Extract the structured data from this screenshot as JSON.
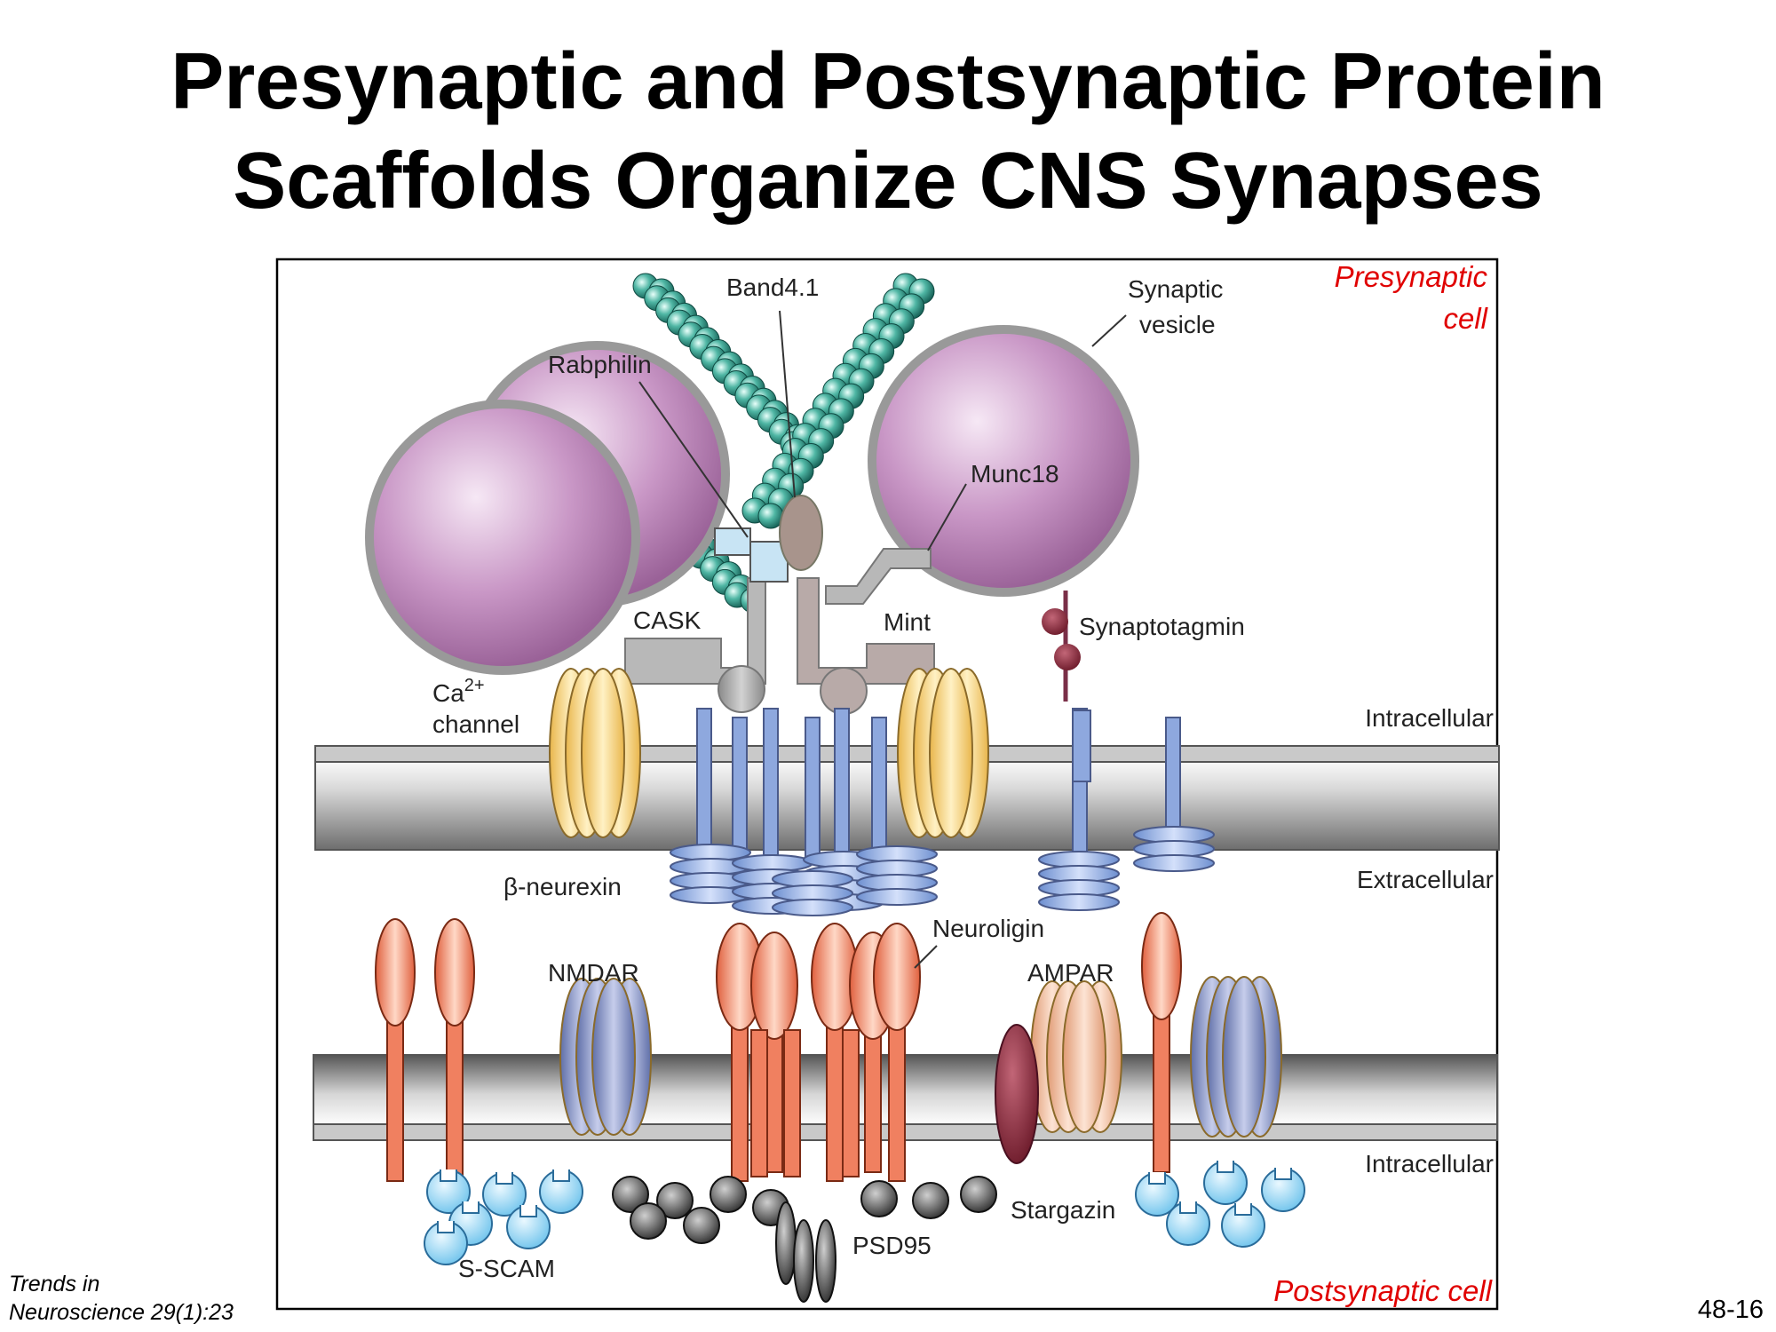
{
  "slide": {
    "title_line1": "Presynaptic and Postsynaptic Protein",
    "title_line2": "Scaffolds Organize CNS Synapses",
    "citation_line1": "Trends in",
    "citation_line2": "Neuroscience 29(1):23",
    "slide_number": "48-16"
  },
  "diagram": {
    "presynaptic_cell_line1": "Presynaptic",
    "presynaptic_cell_line2": "cell",
    "postsynaptic_cell": "Postsynaptic cell",
    "labels": {
      "band41": "Band4.1",
      "synaptic_vesicle_line1": "Synaptic",
      "synaptic_vesicle_line2": "vesicle",
      "rabphilin": "Rabphilin",
      "munc18": "Munc18",
      "cask": "CASK",
      "mint": "Mint",
      "synaptotagmin": "Synaptotagmin",
      "ca_channel_base": "Ca",
      "ca_channel_sup": "2+",
      "ca_channel_line2": "channel",
      "intracellular_top": "Intracellular",
      "extracellular": "Extracellular",
      "beta_neurexin": "β-neurexin",
      "neuroligin": "Neuroligin",
      "nmdar": "NMDAR",
      "ampar": "AMPAR",
      "intracellular_bottom": "Intracellular",
      "stargazin": "Stargazin",
      "psd95": "PSD95",
      "s_scam": "S-SCAM"
    },
    "colors": {
      "vesicle": "#b884b4",
      "actin": "#2a9d8a",
      "ca_channel": "#f3cf7a",
      "receptor_blue": "#7f8fc4",
      "neurexin": "#8ea8de",
      "adhesion": "#f08060",
      "ampar": "#f2b592",
      "stargazin": "#8c2a3c",
      "s_scam": "#8fd2f0",
      "psd95": "#555555",
      "label_red": "#e00000"
    }
  }
}
